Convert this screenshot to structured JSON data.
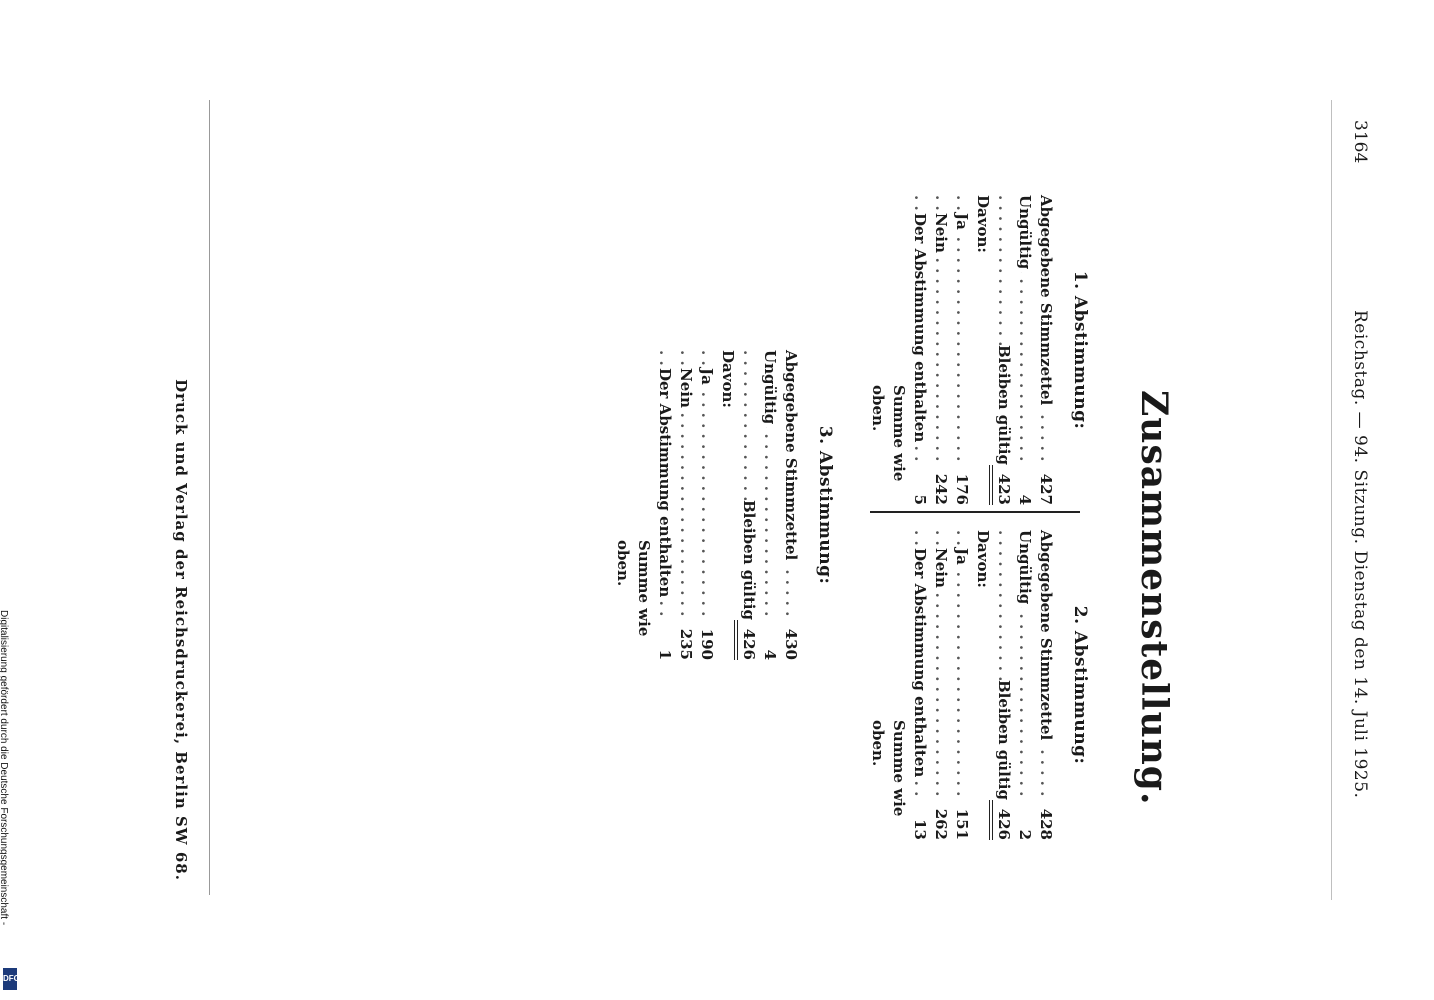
{
  "header": {
    "page_number": "3164",
    "running_title": "Reichstag. — 94. Sitzung. Dienstag den 14. Juli 1925."
  },
  "title": "Zusammenstellung.",
  "votes": [
    {
      "title": "1. Abstimmung:",
      "abgegeben_label": "Abgegebene Stimmzettel",
      "abgegeben": "427",
      "ungueltig_label": "Ungültig",
      "ungueltig": "4",
      "gueltig_label": "Bleiben gültig",
      "gueltig": "423",
      "davon_label": "Davon:",
      "ja_label": "Ja",
      "ja": "176",
      "nein_label": "Nein",
      "nein": "242",
      "enthalten_label": "Der Abstimmung enthalten",
      "enthalten": "5",
      "summe_label": "Summe wie oben."
    },
    {
      "title": "2. Abstimmung:",
      "abgegeben_label": "Abgegebene Stimmzettel",
      "abgegeben": "428",
      "ungueltig_label": "Ungültig",
      "ungueltig": "2",
      "gueltig_label": "Bleiben gültig",
      "gueltig": "426",
      "davon_label": "Davon:",
      "ja_label": "Ja",
      "ja": "151",
      "nein_label": "Nein",
      "nein": "262",
      "enthalten_label": "Der Abstimmung enthalten",
      "enthalten": "13",
      "summe_label": "Summe wie oben."
    },
    {
      "title": "3. Abstimmung:",
      "abgegeben_label": "Abgegebene Stimmzettel",
      "abgegeben": "430",
      "ungueltig_label": "Ungültig",
      "ungueltig": "4",
      "gueltig_label": "Bleiben gültig",
      "gueltig": "426",
      "davon_label": "Davon:",
      "ja_label": "Ja",
      "ja": "190",
      "nein_label": "Nein",
      "nein": "235",
      "enthalten_label": "Der Abstimmung enthalten",
      "enthalten": "1",
      "summe_label": "Summe wie oben."
    }
  ],
  "footer": "Druck und Verlag der Reichsdruckerei, Berlin SW 68.",
  "side_note": "Digitalisierung gefördert durch die Deutsche Forschungsgemeinschaft -",
  "logo": "DFG"
}
